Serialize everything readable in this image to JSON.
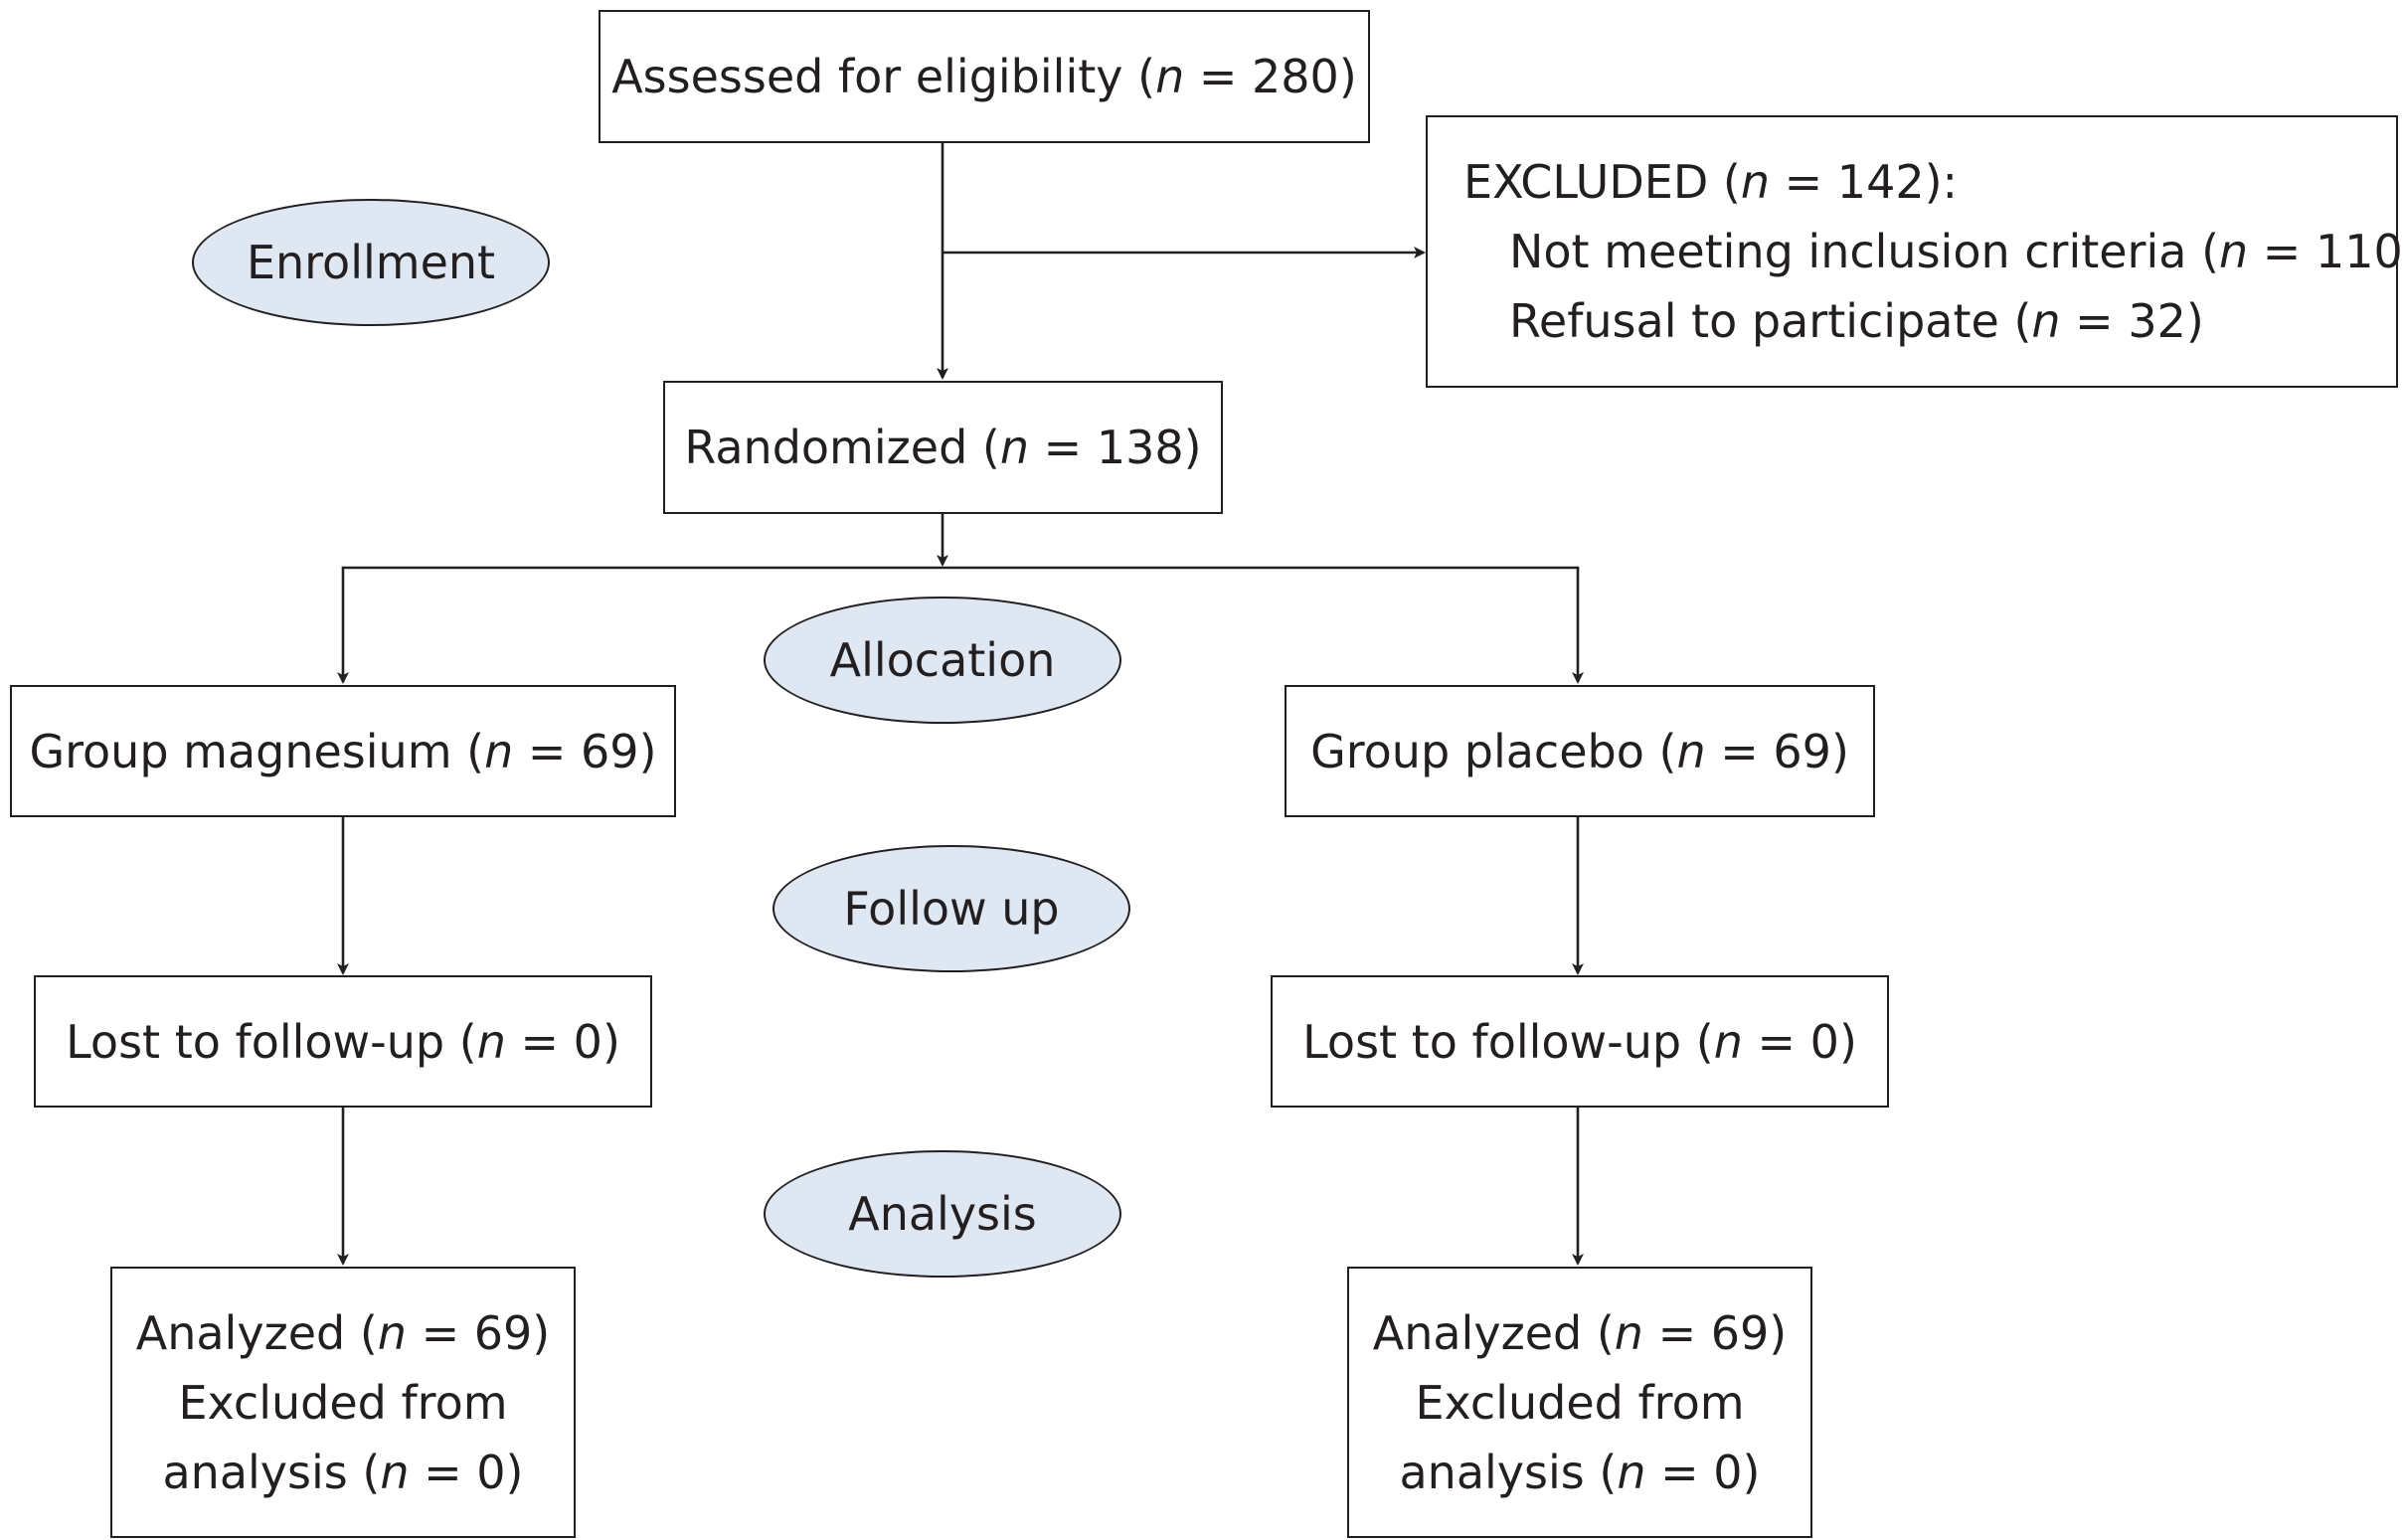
{
  "stages": {
    "enrollment": "Enrollment",
    "allocation": "Allocation",
    "follow_up": "Follow up",
    "analysis": "Analysis"
  },
  "assessed": {
    "label": "Assessed for eligibility",
    "n": "280"
  },
  "excluded": {
    "label": "EXCLUDED",
    "n": "142",
    "reasons": [
      {
        "label": "Not meeting inclusion criteria",
        "n": "110"
      },
      {
        "label": "Refusal to participate",
        "n": "32"
      }
    ]
  },
  "randomized": {
    "label": "Randomized",
    "n": "138"
  },
  "arms": {
    "magnesium": {
      "group": {
        "label": "Group magnesium",
        "n": "69"
      },
      "lost": {
        "label": "Lost to follow-up",
        "n": "0"
      },
      "analyzed": {
        "label": "Analyzed",
        "n": "69"
      },
      "excluded_line1": "Excluded from",
      "excluded_line2": "analysis",
      "excluded_n": "0"
    },
    "placebo": {
      "group": {
        "label": "Group placebo",
        "n": "69"
      },
      "lost": {
        "label": "Lost to follow-up",
        "n": "0"
      },
      "analyzed": {
        "label": "Analyzed",
        "n": "69"
      },
      "excluded_line1": "Excluded from",
      "excluded_line2": "analysis",
      "excluded_n": "0"
    }
  }
}
